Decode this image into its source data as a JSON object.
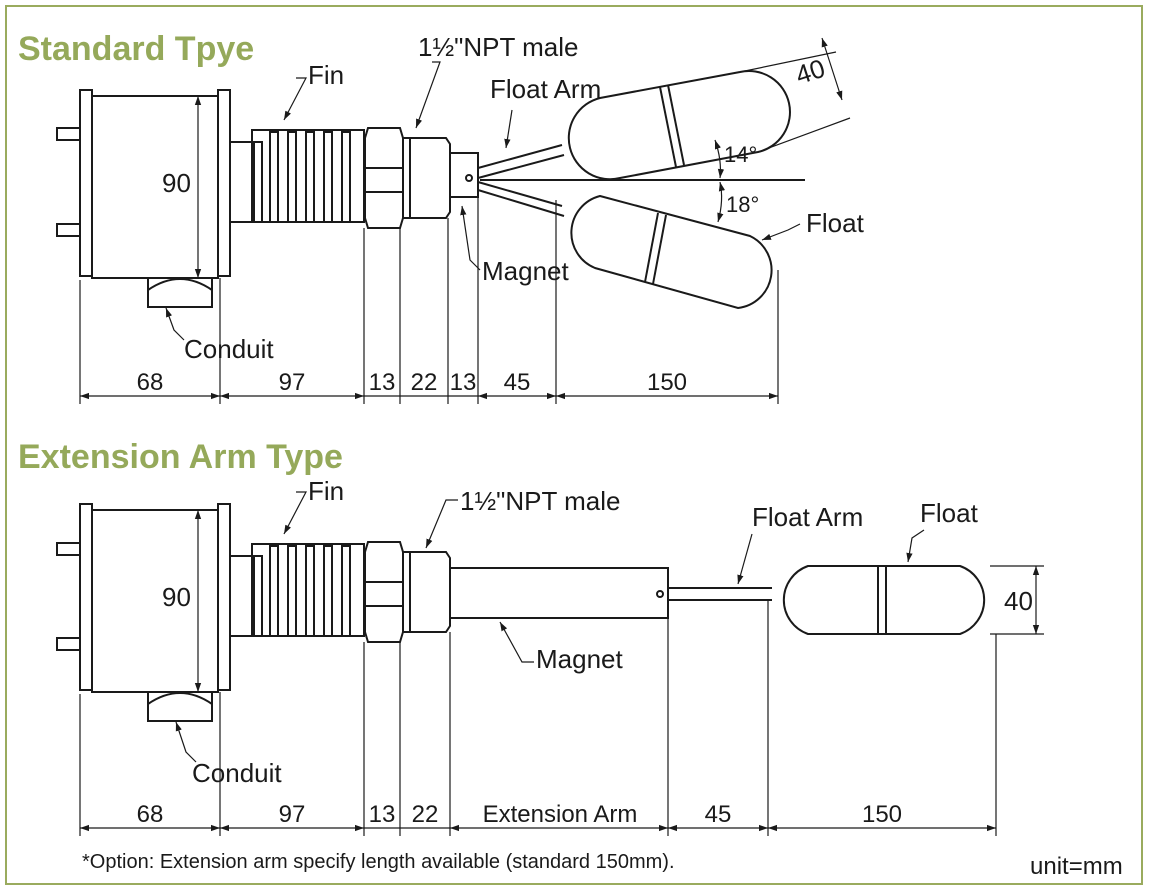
{
  "colors": {
    "title": "#95a95a",
    "frame": "#9aab5e",
    "line": "#1a1a1a"
  },
  "standard": {
    "title": "Standard Tpye",
    "labels": {
      "fin": "Fin",
      "npt": "1½\"NPT male",
      "float_arm": "Float Arm",
      "float": "Float",
      "magnet": "Magnet",
      "conduit": "Conduit",
      "height": "90",
      "float_dia": "40",
      "angle_up": "14°",
      "angle_down": "18°"
    },
    "dims": [
      "68",
      "97",
      "13",
      "22",
      "13",
      "45",
      "150"
    ]
  },
  "extension": {
    "title": "Extension Arm Type",
    "labels": {
      "fin": "Fin",
      "npt": "1½\"NPT male",
      "float_arm": "Float Arm",
      "float": "Float",
      "magnet": "Magnet",
      "conduit": "Conduit",
      "height": "90",
      "float_dia": "40"
    },
    "dims": [
      "68",
      "97",
      "13",
      "22",
      "Extension Arm",
      "45",
      "150"
    ]
  },
  "footnote": "*Option: Extension arm specify length available (standard 150mm).",
  "unit": "unit=mm"
}
